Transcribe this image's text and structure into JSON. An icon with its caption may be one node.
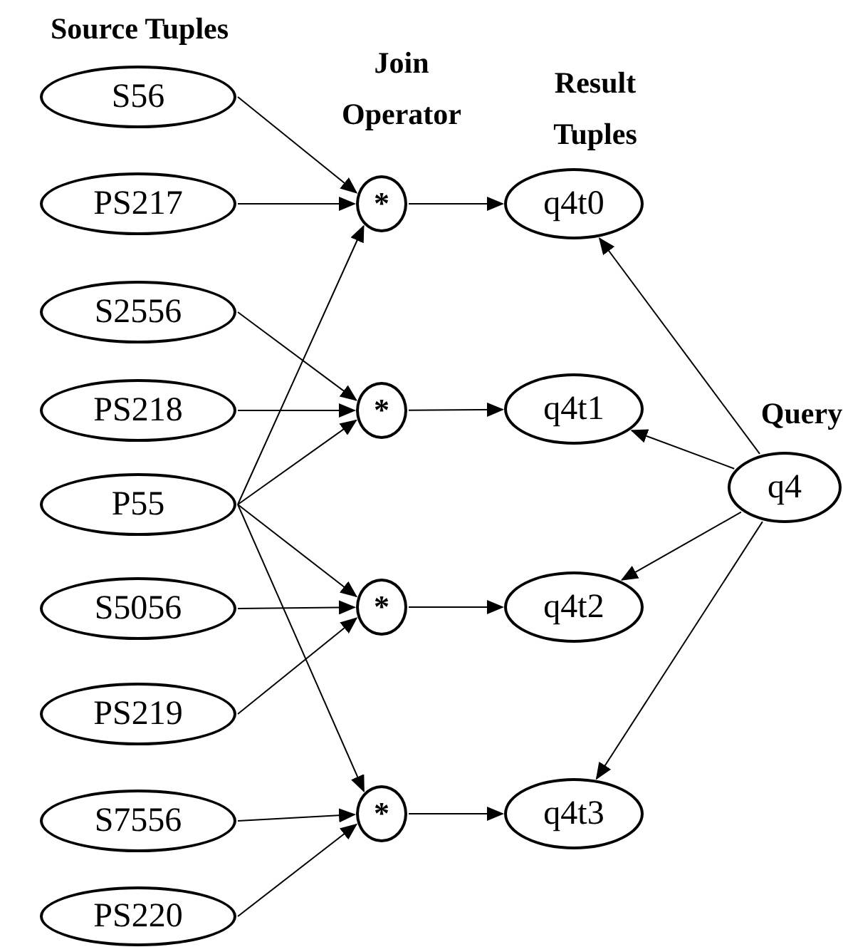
{
  "diagram": {
    "nodes": [
      {
        "text": [
          "S56"
        ]
      },
      {
        "text": [
          "PS217"
        ]
      },
      {
        "text": [
          "S2556"
        ]
      },
      {
        "text": [
          "PS218"
        ]
      },
      {
        "text": [
          "P55"
        ]
      },
      {
        "text": [
          "S5056"
        ]
      },
      {
        "text": [
          "PS219"
        ]
      },
      {
        "text": [
          "S7556"
        ]
      },
      {
        "text": [
          "PS220"
        ]
      },
      {
        "text": [
          "*"
        ]
      },
      {
        "text": [
          "*"
        ]
      },
      {
        "text": [
          "*"
        ]
      },
      {
        "text": [
          "*"
        ]
      },
      {
        "text": [
          "q4t0"
        ]
      },
      {
        "text": [
          "q4t1"
        ]
      },
      {
        "text": [
          "q4t2"
        ]
      },
      {
        "text": [
          "q4t3"
        ]
      },
      {
        "text": [
          "q4"
        ]
      }
    ],
    "edges": [
      {
        "from": 0,
        "to": 9,
        "arrow": "to"
      },
      {
        "from": 1,
        "to": 9,
        "arrow": "to"
      },
      {
        "from": 4,
        "to": 9,
        "arrow": "to"
      },
      {
        "from": 2,
        "to": 10,
        "arrow": "to"
      },
      {
        "from": 3,
        "to": 10,
        "arrow": "to"
      },
      {
        "from": 4,
        "to": 10,
        "arrow": "to"
      },
      {
        "from": 4,
        "to": 11,
        "arrow": "to"
      },
      {
        "from": 5,
        "to": 11,
        "arrow": "to"
      },
      {
        "from": 6,
        "to": 11,
        "arrow": "to"
      },
      {
        "from": 4,
        "to": 12,
        "arrow": "to"
      },
      {
        "from": 7,
        "to": 12,
        "arrow": "to"
      },
      {
        "from": 8,
        "to": 12,
        "arrow": "to"
      },
      {
        "from": 9,
        "to": 13,
        "arrow": "to"
      },
      {
        "from": 10,
        "to": 14,
        "arrow": "to"
      },
      {
        "from": 11,
        "to": 15,
        "arrow": "to"
      },
      {
        "from": 12,
        "to": 16,
        "arrow": "to"
      },
      {
        "from": 17,
        "to": 13,
        "arrow": "to"
      },
      {
        "from": 17,
        "to": 14,
        "arrow": "to"
      },
      {
        "from": 17,
        "to": 15,
        "arrow": "to"
      },
      {
        "from": 17,
        "to": 16,
        "arrow": "to"
      }
    ],
    "labels": [
      "Source Tuples",
      "Join Operator",
      "Result Tuples",
      "Query"
    ]
  }
}
